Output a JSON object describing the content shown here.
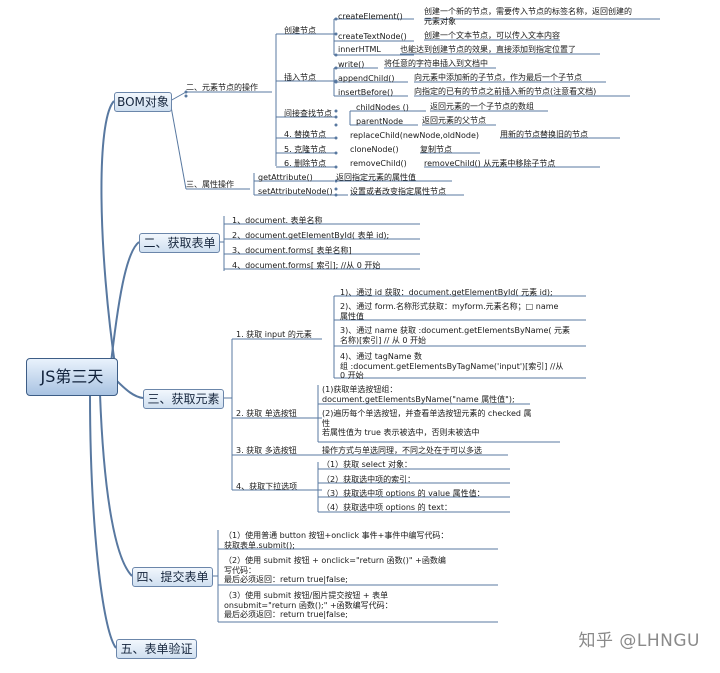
{
  "root": "JS第三天",
  "sections": [
    "BOM对象",
    "二、获取表单",
    "三、获取元素",
    "四、提交表单",
    "五、表单验证"
  ],
  "bom": {
    "node_ops": "二、元素节点的操作",
    "attr_ops": "三、属性操作",
    "create": "创建节点",
    "insert": "插入节点",
    "find": "间接查找节点",
    "replace": "4. 替换节点",
    "clone": "5. 克隆节点",
    "delete": "6. 删除节点",
    "createElement": "createElement()",
    "createElement_desc": "创建一个新的节点，需要传入节点的标签名称，返回创建的\n元素对象",
    "createTextNode": "createTextNode()",
    "createTextNode_desc": "创建一个文本节点，可以传入文本内容",
    "innerHTML": "innerHTML",
    "innerHTML_desc": "也能达到创建节点的效果，直接添加到指定位置了",
    "write": "write()",
    "write_desc": "将任意的字符串插入到文档中",
    "appendChild": "appendChild()",
    "appendChild_desc": "向元素中添加新的子节点，作为最后一个子节点",
    "insertBefore": "insertBefore()",
    "insertBefore_desc": "向指定的已有的节点之前插入新的节点(注意看文档)",
    "childNodes": "childNodes ()",
    "childNodes_desc": "返回元素的一个子节点的数组",
    "parentNode": "parentNode",
    "parentNode_desc": "返回元素的父节点",
    "replaceChild": "replaceChild(newNode,oldNode)",
    "replaceChild_desc": "用新的节点替换旧的节点",
    "cloneNode": "cloneNode()",
    "cloneNode_desc": "复制节点",
    "removeChild": "removeChild()",
    "removeChild_desc": "removeChild() 从元素中移除子节点",
    "getAttribute": "getAttribute()",
    "getAttribute_desc": "返回指定元素的属性值",
    "setAttributeNode": "setAttributeNode()",
    "setAttributeNode_desc": "设置或者改变指定属性节点"
  },
  "form": [
    "1、document. 表单名称",
    "2、document.getElementById( 表单 id);",
    "3、document.forms[ 表单名称]",
    "4、document.forms[ 索引]; //从 0 开始"
  ],
  "element": {
    "input": "1. 获取 input 的元素",
    "radio": "2. 获取 单选按钮",
    "checkbox": "3. 获取 多选按钮",
    "select": "4、获取下拉选项",
    "input_items": [
      "1)、通过 id 获取：document.getElementById( 元素 id);",
      "2)、通过 form.名称形式获取：myform.元素名称；□ name\n属性值",
      "3)、通过 name 获取 :document.getElementsByName( 元素\n名称)[索引] // 从 0 开始",
      "4)、通过 tagName 数\n组 :document.getElementsByTagName('input')[索引] //从\n0 开始"
    ],
    "radio_items": [
      "(1)获取单选按钮组：\ndocument.getElementsByName(\"name 属性值\");",
      "(2)遍历每个单选按钮，并查看单选按钮元素的 checked 属\n性\n若属性值为 true 表示被选中，否则未被选中"
    ],
    "checkbox_desc": "操作方式与单选同理，不同之处在于可以多选",
    "select_items": [
      "（1）获取 select 对象：",
      "（2）获取选中项的索引：",
      "（3）获取选中项 options 的 value 属性值：",
      "（4）获取选中项 options 的 text："
    ]
  },
  "submit": [
    "（1）使用普通 button 按钮+onclick 事件+事件中编写代码：\n获取表单.submit();",
    "（2）使用 submit 按钮 + onclick=\"return 函数()\" +函数编\n写代码：\n最后必须返回：return true|false;",
    "（3）使用 submit 按钮/图片提交按钮 + 表单\nonsubmit=\"return 函数();\" +函数编写代码：\n最后必须返回：return true|false;"
  ],
  "watermark": "知乎 @LHNGU"
}
